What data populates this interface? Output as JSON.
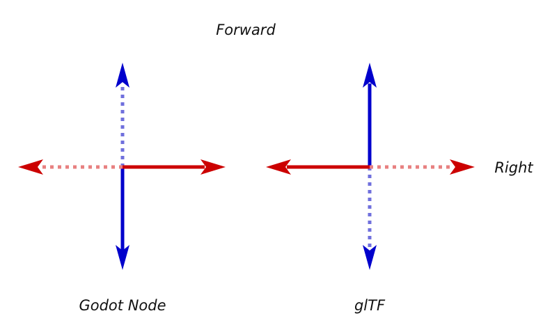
{
  "labels": {
    "forward": "Forward",
    "right": "Right",
    "godot": "Godot Node",
    "gltf": "glTF"
  },
  "colors": {
    "red": "#cc0000",
    "blue": "#0000cc",
    "red_dotted": "#e88080",
    "blue_dotted": "#7070dd"
  }
}
